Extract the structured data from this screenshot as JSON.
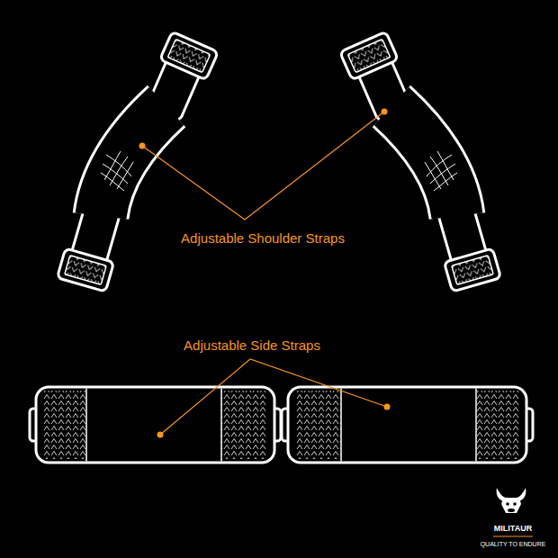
{
  "diagram": {
    "labels": [
      "Adjustable Shoulder Straps",
      "Adjustable Side Straps",
      "MILITAUR",
      "QUALITY TO ENDURE"
    ]
  }
}
